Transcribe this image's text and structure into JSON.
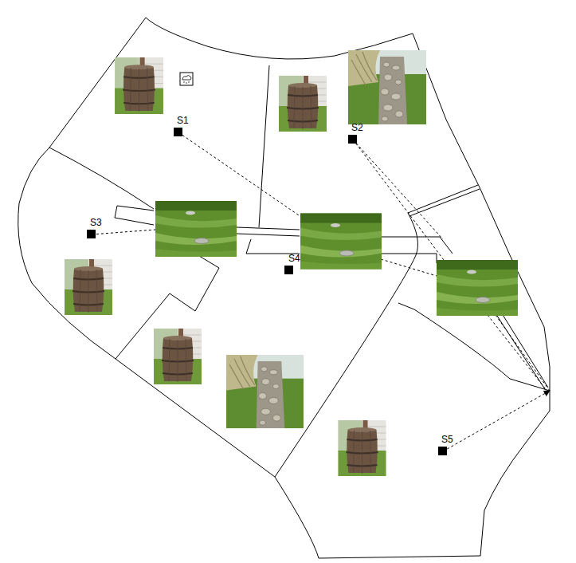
{
  "diagram": {
    "labels": [
      "S1",
      "S2",
      "S3",
      "S4",
      "S5"
    ]
  }
}
